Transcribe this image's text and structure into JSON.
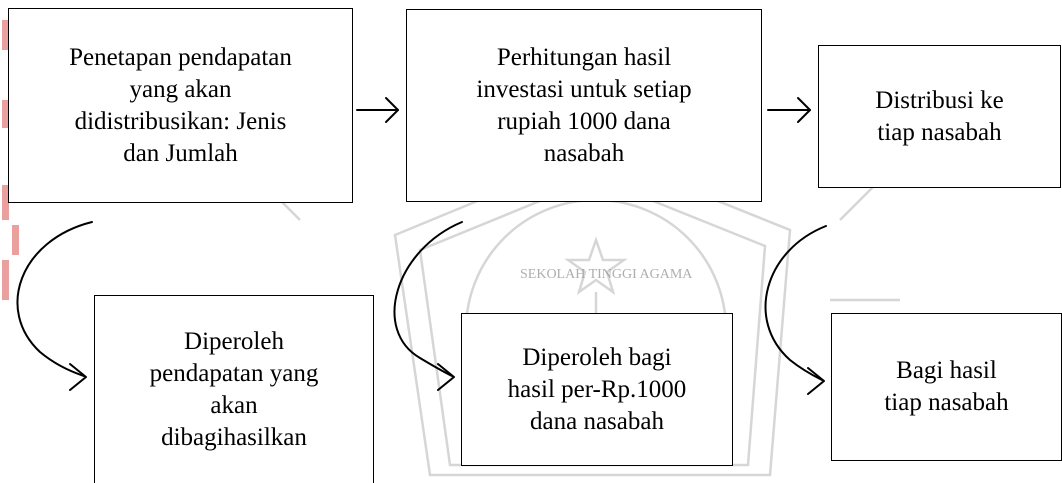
{
  "steps_top": [
    {
      "text": "Penetapan pendapatan\nyang akan\ndidistribusikan: Jenis\ndan Jumlah"
    },
    {
      "text": "Perhitungan hasil\ninvestasi untuk setiap\nrupiah 1000 dana\nnasabah"
    },
    {
      "text": "Distribusi ke\ntiap nasabah"
    }
  ],
  "steps_bottom": [
    {
      "text": "Diperoleh\npendapatan yang\nakan\ndibagihasilkan"
    },
    {
      "text": "Diperoleh bagi\nhasil per-Rp.1000\ndana nasabah"
    },
    {
      "text": "Bagi hasil\ntiap nasabah"
    }
  ],
  "watermark": {
    "arc_text_top": "SEKOLAH TINGGI AGAMA",
    "color": "#9a9a9a"
  },
  "colors": {
    "border": "#000000",
    "text": "#000000",
    "side_mark": "#c0392b"
  }
}
